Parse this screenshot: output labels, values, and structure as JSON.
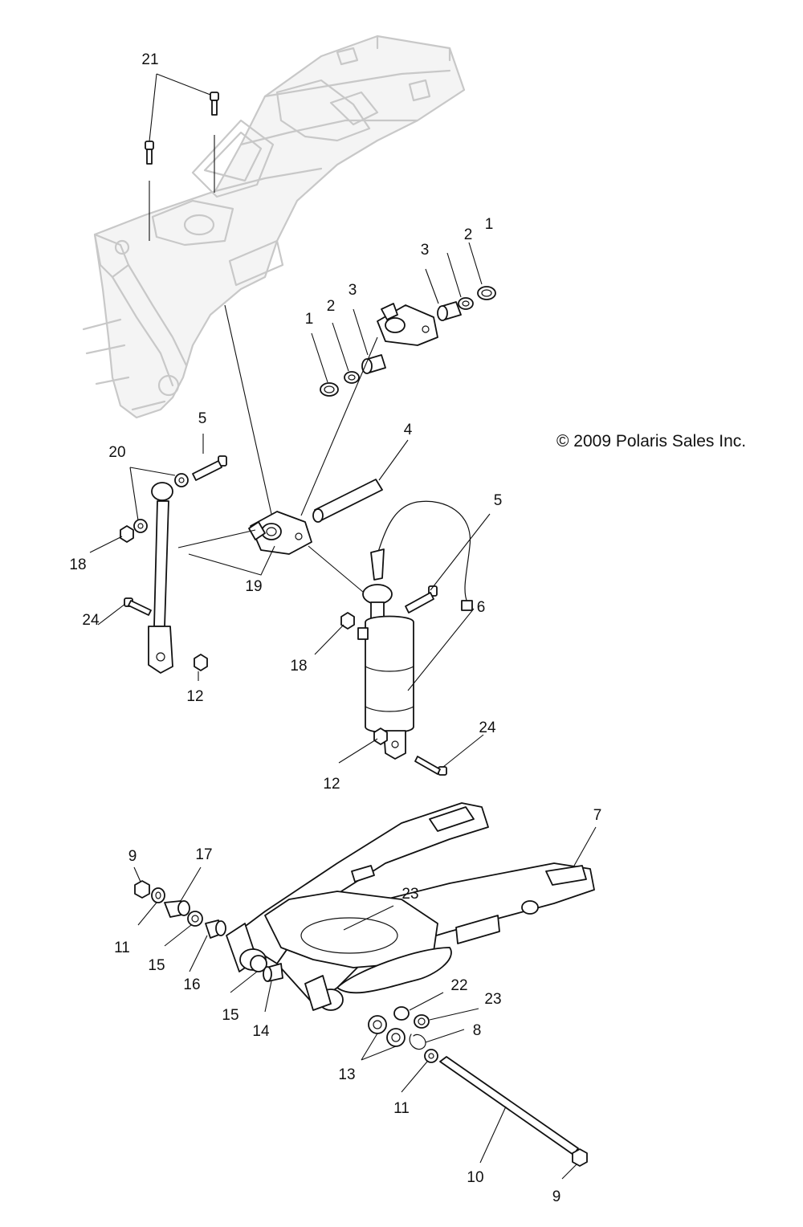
{
  "diagram": {
    "copyright": "© 2009 Polaris Sales Inc.",
    "callouts": [
      "21",
      "1",
      "2",
      "3",
      "1",
      "2",
      "3",
      "5",
      "20",
      "4",
      "5",
      "18",
      "19",
      "24",
      "18",
      "12",
      "6",
      "24",
      "12",
      "9",
      "17",
      "7",
      "23",
      "11",
      "15",
      "16",
      "22",
      "23",
      "15",
      "14",
      "8",
      "13",
      "11",
      "10",
      "9"
    ]
  }
}
